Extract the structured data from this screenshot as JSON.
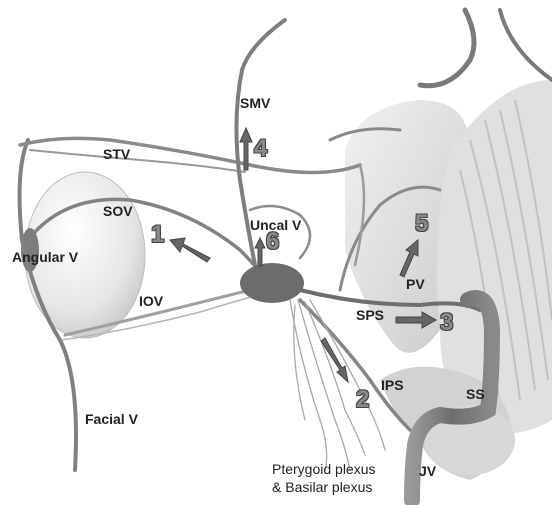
{
  "labels": {
    "stv": "STV",
    "smv": "SMV",
    "sov": "SOV",
    "uncal_v": "Uncal V",
    "angular_v": "Angular V",
    "iov": "IOV",
    "facial_v": "Facial V",
    "pv": "PV",
    "sps": "SPS",
    "ips": "IPS",
    "ss": "SS",
    "jv": "JV",
    "plexus_line1": "Pterygoid plexus",
    "plexus_line2": "& Basilar plexus"
  },
  "arrow_numbers": {
    "n1": "1",
    "n2": "2",
    "n3": "3",
    "n4": "4",
    "n5": "5",
    "n6": "6"
  },
  "colors": {
    "vein": "#7a7a7a",
    "vein_dark": "#5a5a5a",
    "structure": "#d9d9d9",
    "arrow": "#6a6a6a",
    "number": "#8a8a8a"
  }
}
